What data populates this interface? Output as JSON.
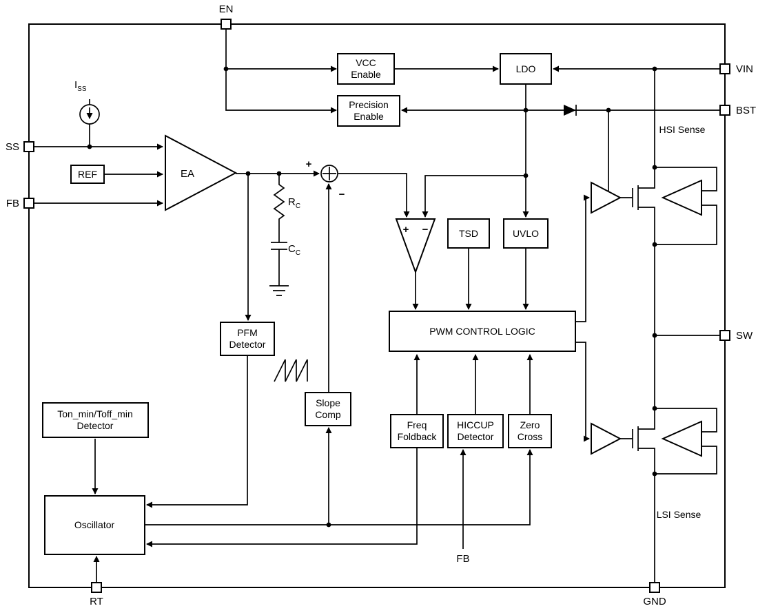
{
  "pins": {
    "en": "EN",
    "vin": "VIN",
    "bst": "BST",
    "sw": "SW",
    "gnd": "GND",
    "rt": "RT",
    "ss": "SS",
    "fb": "FB",
    "fb_bottom": "FB"
  },
  "blocks": {
    "vcc_enable": {
      "l1": "VCC",
      "l2": "Enable"
    },
    "ldo": {
      "l1": "LDO"
    },
    "precision_enable": {
      "l1": "Precision",
      "l2": "Enable"
    },
    "ref": {
      "l1": "REF"
    },
    "ea": {
      "l1": "EA"
    },
    "tsd": {
      "l1": "TSD"
    },
    "uvlo": {
      "l1": "UVLO"
    },
    "pwm": {
      "l1": "PWM CONTROL LOGIC"
    },
    "pfm": {
      "l1": "PFM",
      "l2": "Detector"
    },
    "slope": {
      "l1": "Slope",
      "l2": "Comp"
    },
    "freq_foldback": {
      "l1": "Freq",
      "l2": "Foldback"
    },
    "hiccup": {
      "l1": "HICCUP",
      "l2": "Detector"
    },
    "zero_cross": {
      "l1": "Zero",
      "l2": "Cross"
    },
    "ton_min": {
      "l1": "Ton_min/Toff_min",
      "l2": "Detector"
    },
    "oscillator": {
      "l1": "Oscillator"
    }
  },
  "labels": {
    "iss": {
      "main": "I",
      "sub": "SS"
    },
    "rc": {
      "main": "R",
      "sub": "C"
    },
    "cc": {
      "main": "C",
      "sub": "C"
    },
    "hsi": "HSI Sense",
    "lsi": "LSI Sense",
    "sum_plus": "+",
    "sum_minus": "−",
    "cmp_plus": "+",
    "cmp_minus": "−"
  },
  "colors": {
    "line": "#000000",
    "background": "#ffffff"
  }
}
